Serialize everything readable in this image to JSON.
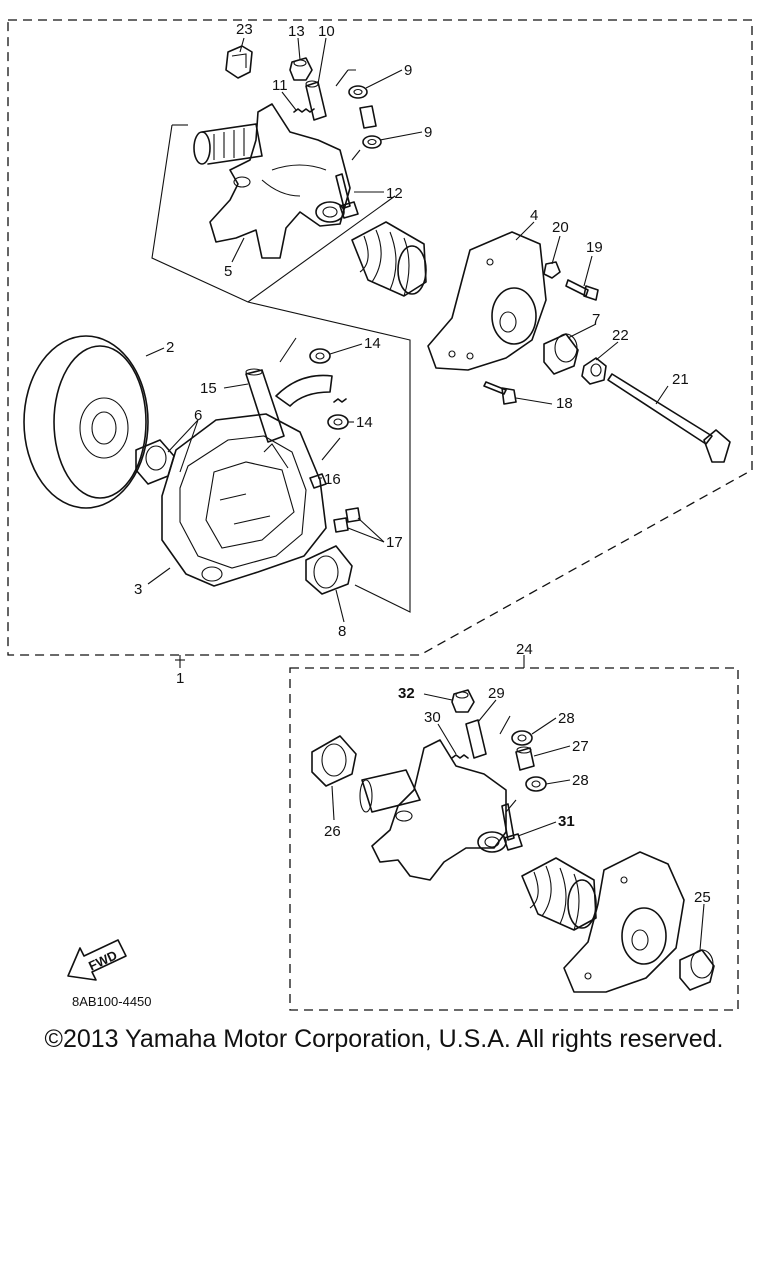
{
  "diagram_code": "8AB100-4450",
  "fwd_label": "FWD",
  "copyright": "©2013 Yamaha Motor Corporation, U.S.A. All rights reserved.",
  "callouts": {
    "p1": "1",
    "p2": "2",
    "p3": "3",
    "p4": "4",
    "p5": "5",
    "p6": "6",
    "p7": "7",
    "p8": "8",
    "p9a": "9",
    "p9b": "9",
    "p10": "10",
    "p11": "11",
    "p12": "12",
    "p13": "13",
    "p14a": "14",
    "p14b": "14",
    "p15": "15",
    "p16": "16",
    "p17": "17",
    "p18": "18",
    "p19": "19",
    "p20": "20",
    "p21": "21",
    "p22": "22",
    "p23": "23",
    "p24": "24",
    "p25": "25",
    "p26": "26",
    "p27": "27",
    "p28a": "28",
    "p28b": "28",
    "p29": "29",
    "p30": "30",
    "p31": "31",
    "p32": "32"
  }
}
